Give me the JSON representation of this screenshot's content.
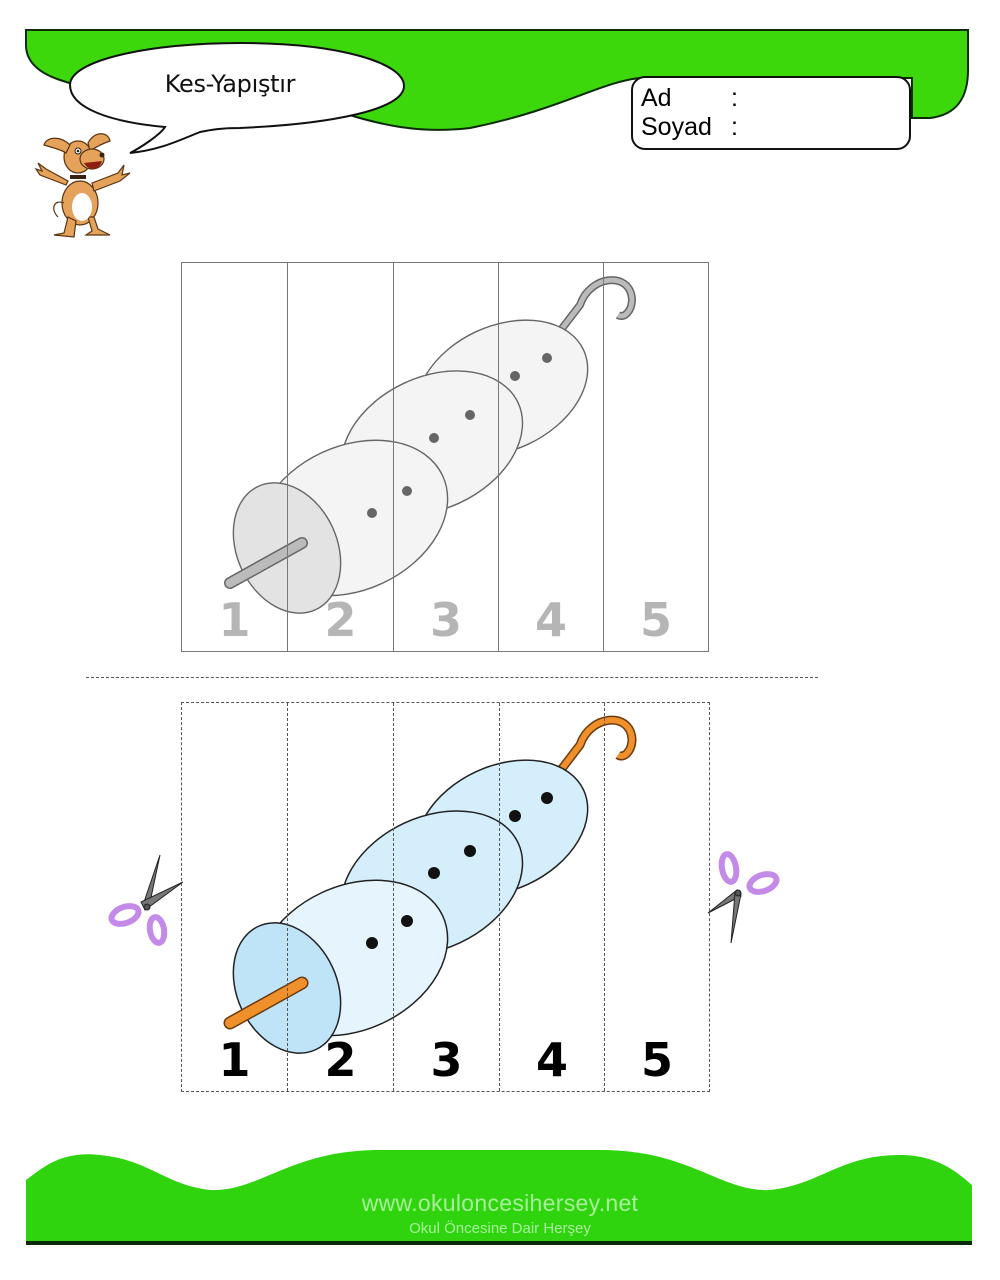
{
  "header": {
    "speech_bubble_text": "Kes-Yapıştır",
    "name_form": {
      "first_name_label": "Ad",
      "last_name_label": "Soyad",
      "separator": ":"
    },
    "mascot": "cartoon-dog-icon",
    "band_color": "#3cd80c"
  },
  "reference_puzzle": {
    "strip_numbers": [
      "1",
      "2",
      "3",
      "4",
      "5"
    ],
    "number_color": "#b5b5b5",
    "illustration": "grey marshmallow skewer with three smiling faces"
  },
  "cutout_puzzle": {
    "strip_numbers": [
      "1",
      "2",
      "3",
      "4",
      "5"
    ],
    "number_color": "#000000",
    "illustration": "colored marshmallow skewer with three smiling faces",
    "skewer_color": "#f0902a",
    "marshmallow_shade": "#bfe3f7",
    "scissors_left": "scissors-icon",
    "scissors_right": "scissors-icon",
    "scissors_handle_color": "#c48ae8"
  },
  "footer": {
    "url": "www.okuloncesihersey.net",
    "tagline": "Okul Öncesine Dair Herşey",
    "band_color": "#2fd40f"
  }
}
